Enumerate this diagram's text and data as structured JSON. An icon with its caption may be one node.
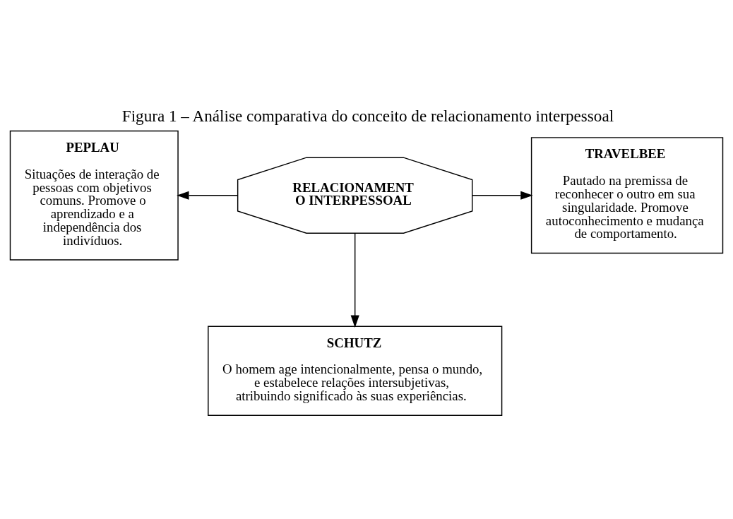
{
  "diagram": {
    "title": "Figura 1 – Análise comparativa do conceito de relacionamento interpessoal",
    "nodes": [
      {
        "text": [
          "PEPLAU",
          "Situações de interação de pessoas com objetivos comuns. Promove o aprendizado e a independência dos indivíduos."
        ]
      },
      {
        "text": [
          "RELACIONAMENT O INTERPESSOAL"
        ]
      },
      {
        "text": [
          "TRAVELBEE",
          "Pautado na premissa de reconhecer o outro em sua singularidade. Promove autoconhecimento e mudança de comportamento."
        ]
      },
      {
        "text": [
          "SCHUTZ",
          "O homem age intencionalmente, pensa o mundo, e estabelece relações intersubjetivas, atribuindo significado às suas experiências."
        ]
      }
    ],
    "edges": [
      {
        "from": 1,
        "to": 0,
        "arrow": "to"
      },
      {
        "from": 1,
        "to": 2,
        "arrow": "to"
      },
      {
        "from": 1,
        "to": 3,
        "arrow": "to"
      }
    ]
  }
}
